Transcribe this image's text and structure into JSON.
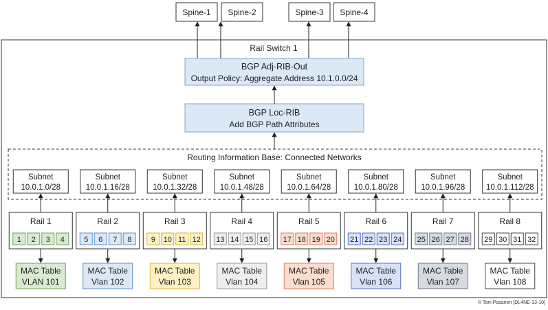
{
  "spines": [
    "Spine-1",
    "Spine-2",
    "Spine-3",
    "Spine-4"
  ],
  "switch_label": "Rail Switch 1",
  "adj_rib_out": {
    "title": "BGP Adj-RIB-Out",
    "subtitle": "Output Policy: Aggregate Address 10.1.0.0/24"
  },
  "loc_rib": {
    "title": "BGP Loc-RIB",
    "subtitle": "Add BGP Path Attributes"
  },
  "rib_label": "Routing Information Base: Connected Networks",
  "subnet_label": "Subnet",
  "subnets": [
    "10.0.1.0/28",
    "10.0.1.16/28",
    "10.0.1.32/28",
    "10.0.1.48/28",
    "10.0.1.64/28",
    "10.0.1.80/28",
    "10.0.1.96/28",
    "10.0.1.112/28"
  ],
  "rails": [
    {
      "label": "Rail 1",
      "ports": [
        "1",
        "2",
        "3",
        "4"
      ],
      "color": "#d9ead3",
      "border": "#6aa84f"
    },
    {
      "label": "Rail 2",
      "ports": [
        "5",
        "6",
        "7",
        "8"
      ],
      "color": "#dce8f5",
      "border": "#5b8fc7"
    },
    {
      "label": "Rail 3",
      "ports": [
        "9",
        "10",
        "11",
        "12"
      ],
      "color": "#fdf1c4",
      "border": "#d9b23b"
    },
    {
      "label": "Rail 4",
      "ports": [
        "13",
        "14",
        "15",
        "16"
      ],
      "color": "#eeeeee",
      "border": "#999999"
    },
    {
      "label": "Rail 5",
      "ports": [
        "17",
        "18",
        "19",
        "20"
      ],
      "color": "#fbdccd",
      "border": "#d9825b"
    },
    {
      "label": "Rail 6",
      "ports": [
        "21",
        "22",
        "23",
        "24"
      ],
      "color": "#d6e1f7",
      "border": "#5472c4"
    },
    {
      "label": "Rail 7",
      "ports": [
        "25",
        "26",
        "27",
        "28"
      ],
      "color": "#d5dae3",
      "border": "#6d7889"
    },
    {
      "label": "Rail 8",
      "ports": [
        "29",
        "30",
        "31",
        "32"
      ],
      "color": "#ffffff",
      "border": "#444444"
    }
  ],
  "mac_tables": [
    {
      "line1": "MAC Table",
      "line2": "VLAN 101"
    },
    {
      "line1": "MAC Table",
      "line2": "Vlan 102"
    },
    {
      "line1": "MAC Table",
      "line2": "Vlan 103"
    },
    {
      "line1": "MAC Table",
      "line2": "Vlan 104"
    },
    {
      "line1": "MAC Table",
      "line2": "Vlan 105"
    },
    {
      "line1": "MAC Table",
      "line2": "Vlan 106"
    },
    {
      "line1": "MAC Table",
      "line2": "Vlan 107"
    },
    {
      "line1": "MAC Table",
      "line2": "Vlan 108"
    }
  ],
  "copyright": "© Toni Pasanen [DL4NE-13-10]",
  "colors": {
    "bgp_fill": "#dbe8f5",
    "bgp_border": "#7fa7cf",
    "line": "#222222"
  }
}
